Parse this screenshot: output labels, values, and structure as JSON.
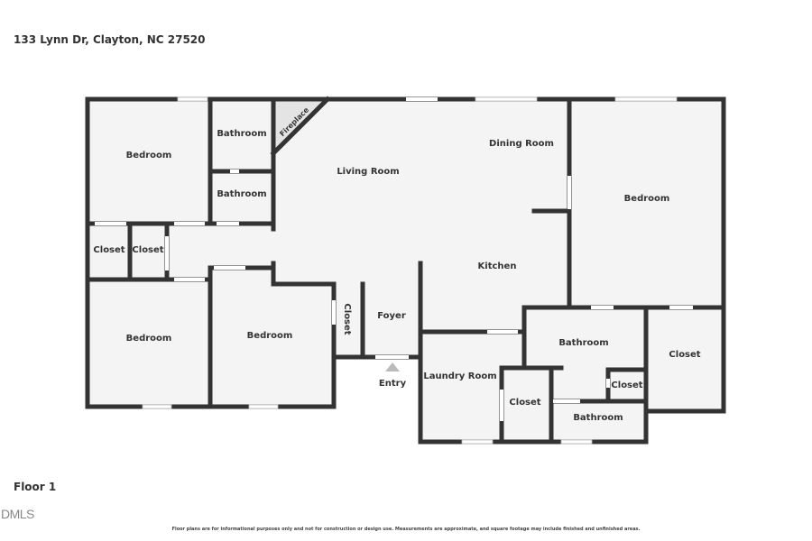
{
  "header": {
    "address": "133 Lynn Dr, Clayton, NC 27520"
  },
  "floor_label": "Floor 1",
  "logo_text": "DMLS",
  "disclaimer": "Floor plans are for informational purposes only and not for construction or design use. Measurements are approximate, and square footage may include finished and unfinished areas.",
  "colors": {
    "wall": "#333333",
    "floor": "#f4f4f4",
    "entry_arrow": "#bbbbbb"
  },
  "rooms": {
    "bedroom_nw": "Bedroom",
    "bath_1": "Bathroom",
    "bath_2": "Bathroom",
    "fireplace": "Fireplace",
    "living": "Living Room",
    "dining": "Dining Room",
    "bedroom_ne": "Bedroom",
    "closet_1": "Closet",
    "closet_2": "Closet",
    "kitchen": "Kitchen",
    "bedroom_sw": "Bedroom",
    "bedroom_s": "Bedroom",
    "closet_3": "Closet",
    "foyer": "Foyer",
    "entry": "Entry",
    "laundry": "Laundry Room",
    "bath_3": "Bathroom",
    "closet_4": "Closet",
    "closet_5": "Closet",
    "closet_6": "Closet",
    "bath_4": "Bathroom"
  }
}
